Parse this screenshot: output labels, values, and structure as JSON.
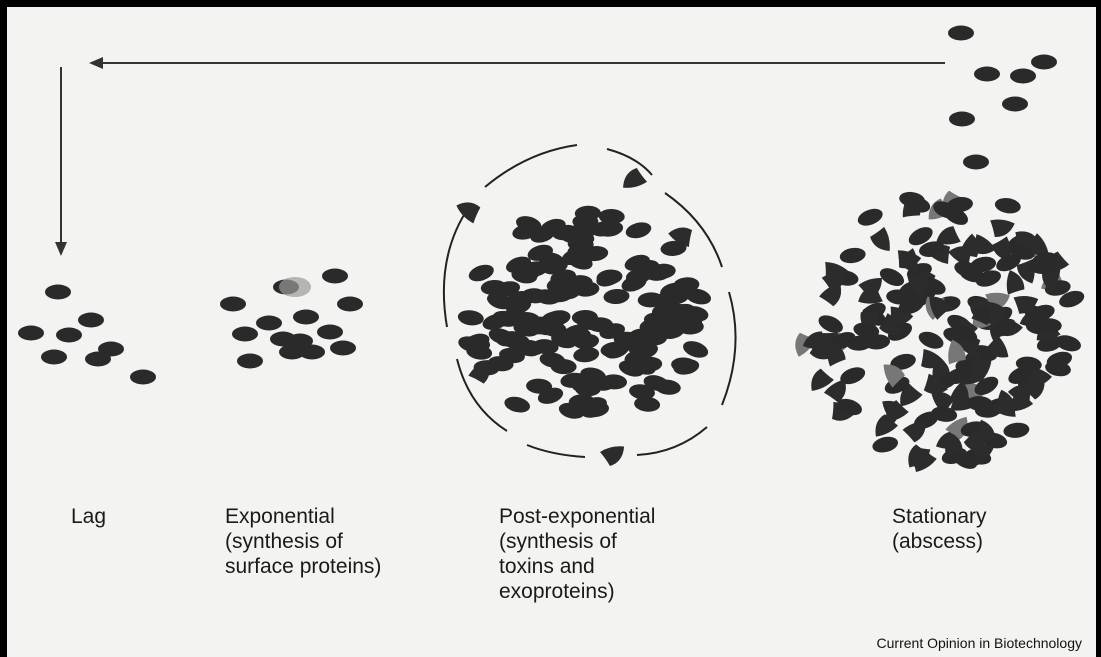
{
  "stages": [
    {
      "id": "lag",
      "lines": [
        "Lag"
      ]
    },
    {
      "id": "exponential",
      "lines": [
        "Exponential",
        "(synthesis of",
        "surface proteins)"
      ]
    },
    {
      "id": "post_exponential",
      "lines": [
        "Post-exponential",
        "(synthesis of",
        "toxins and",
        "exoproteins)"
      ]
    },
    {
      "id": "stationary",
      "lines": [
        "Stationary",
        "(abscess)"
      ]
    }
  ],
  "credit": "Current Opinion in Biotechnology",
  "colors": {
    "cell": "#2a2a2a",
    "fragment": "#2c2c2c",
    "fragment_light": "#777777",
    "arrow": "#333333",
    "background": "#f3f3f1"
  }
}
